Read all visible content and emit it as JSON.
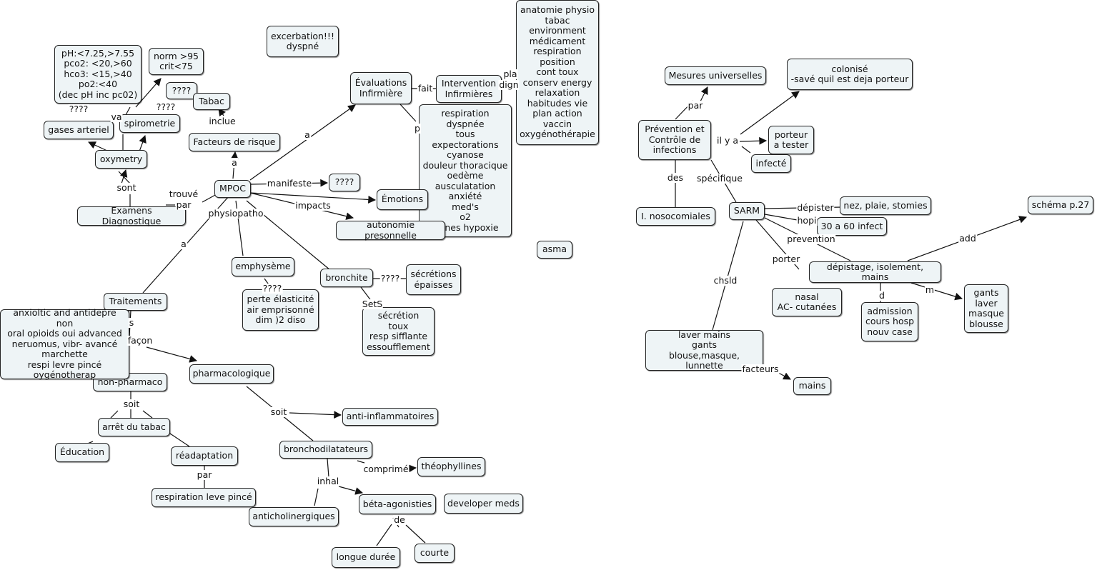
{
  "nodes": {
    "excerbation": "excerbation!!!\ndyspné",
    "anatomie": "anatomie physio\ntabac\nenvironment\nmédicament\nrespiration\nposition\ncont toux\nconserv energy\nrelaxation\nhabitudes vie\nplan action\nvaccin\noxygénothérapie",
    "gaz_values": "pH:<7.25,>7.55\npco2: <20,>60\nhco3: <15,>40\npo2:<40\n(dec pH inc pc02)",
    "norm": "norm >95\ncrit<75",
    "q_tabac": "????",
    "tabac": "Tabac",
    "gases_arteriel": "gases arteriel",
    "spirometrie": "spirometrie",
    "facteurs": "Facteurs de risque",
    "evaluations": "Évaluations\nInfirmière",
    "intervention": "Intervention\nInfirmières",
    "symptoms": "respiration\ndyspnée\ntous\nexpectorations\ncyanose\ndouleur thoracique\noedème\nausculatation\nanxiété\nmed's\no2\nsignes hypoxie",
    "oxymetry": "oxymetry",
    "mpoc": "MPOC",
    "q_manifeste": "????",
    "emotions": "Émotions",
    "autonomie": "autonomie presonnelle",
    "examens": "Examens Diagnostique",
    "asma": "asma",
    "emphyseme": "emphysème",
    "bronchite": "bronchite",
    "secretions": "sécrétions\népaisses",
    "perte": "perte élasticité\nair emprisonné\ndim )2 diso",
    "traitements": "Traitements",
    "secretion2": "sécrétion\ntoux\nresp sifflante\nessoufflement",
    "anxiolitic": "anxioltic and antidepre non\noral opioids oui advanced\nneruomus, vibr- avancé\nmarchette\nrespi levre pincé\noygénotherap",
    "non_pharmaco": "non-pharmaco",
    "pharmacologique": "pharmacologique",
    "anti_inflam": "anti-inflammatoires",
    "arret_tabac": "arrêt du tabac",
    "education": "Éducation",
    "readaptation": "réadaptation",
    "bronchodil": "bronchodilatateurs",
    "theophyllines": "théophyllines",
    "respiration_leve": "respiration leve pincé",
    "anticholin": "anticholinergiques",
    "beta": "béta-agonisties",
    "developer": "developer meds",
    "longue": "longue durée",
    "courte": "courte",
    "mesures": "Mesures universelles",
    "colonise": "colonisé\n-savé quil est deja porteur",
    "prevention_ctrl": "Prévention et\nContrôle de\ninfections",
    "porteur_tester": "porteur\na tester",
    "infecte": "infecté",
    "nosocomiales": "I. nosocomiales",
    "sarm": "SARM",
    "nez": "nez, plaie, stomies",
    "schema": "schéma p.27",
    "trente": "30 a 60 infect",
    "depistage": "dépistage, isolement, mains",
    "nasal": "nasal\nAC- cutanées",
    "admission": "admission\ncours hosp\nnouv case",
    "gants": "gants\nlaver\nmasque\nblousse",
    "laver_mains": "laver mains\ngants\nblouse,masque, lunnette",
    "mains": "mains"
  },
  "labels": {
    "q_gases": "????",
    "q_spiro": "????",
    "va": "va",
    "inclue": "inclue",
    "a_facteurs": "a",
    "a_eval": "a",
    "fait": "fait",
    "pla": "pla",
    "dign": "dign",
    "p": "p",
    "sont": "sont",
    "trouve": "trouvé",
    "par_exam": "par",
    "manifeste": "manifeste",
    "impacts": "impacts",
    "physiopatho": "physiopatho",
    "a_trait": "a",
    "q_bronchite": "????",
    "q_emph": "????",
    "sets": "SetS",
    "s": "s",
    "facon": "façon",
    "soit_non": "soit",
    "soit_pharma": "soit",
    "par_readapt": "par",
    "comprime": "comprimé",
    "inhal": "inhal",
    "de": "de",
    "par_prev": "par",
    "il_y_a": "il y a",
    "des": "des",
    "specifique": "spécifique",
    "depister": "dépister",
    "hopi": "hopi",
    "prevention": "prevention",
    "add": "add",
    "porter": "porter",
    "d": "d",
    "m": "m",
    "chsld": "chsld",
    "facteurs_lbl": "facteurs"
  }
}
